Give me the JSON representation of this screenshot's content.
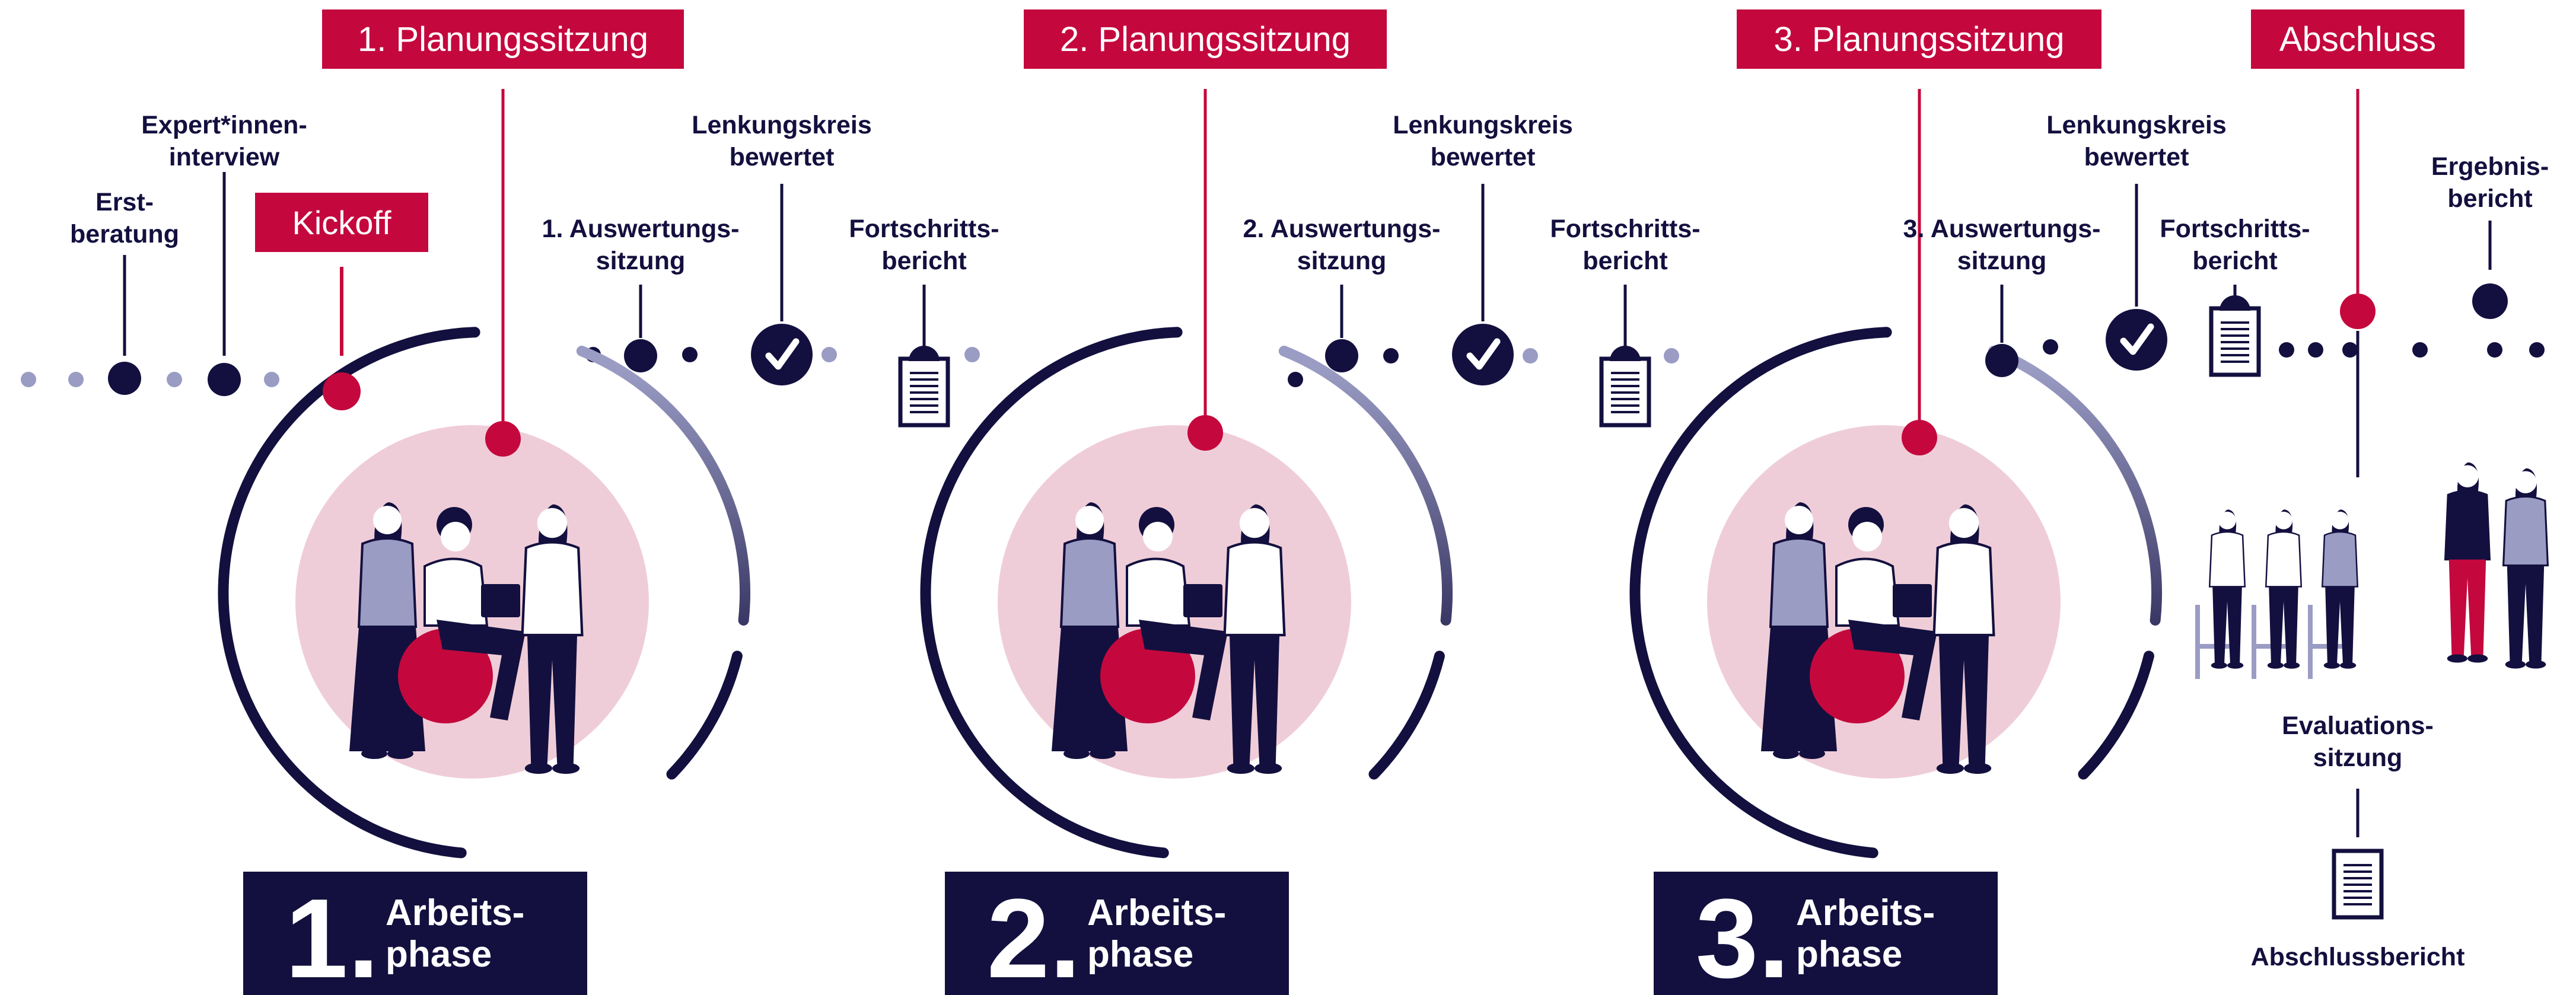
{
  "colors": {
    "navy": "#13103f",
    "crimson": "#c4083d",
    "lavender": "#9a9cc4",
    "pink": "#efcdd8",
    "white": "#ffffff"
  },
  "planning_tags": [
    "1. Planungssitzung",
    "2. Planungssitzung",
    "3. Planungssitzung",
    "Abschluss"
  ],
  "kickoff": "Kickoff",
  "start_labels": {
    "erst": [
      "Erst-",
      "beratung"
    ],
    "expert": [
      "Expert*innen-",
      "interview"
    ]
  },
  "cycle_labels": {
    "auswertung": [
      [
        "1. Auswertungs-",
        "sitzung"
      ],
      [
        "2. Auswertungs-",
        "sitzung"
      ],
      [
        "3. Auswertungs-",
        "sitzung"
      ]
    ],
    "lenkungskreis": [
      "Lenkungskreis",
      "bewertet"
    ],
    "fortschritt": [
      "Fortschritts-",
      "bericht"
    ]
  },
  "end_labels": {
    "ergebnis": [
      "Ergebnis-",
      "bericht"
    ],
    "evaluation": [
      "Evaluations-",
      "sitzung"
    ],
    "abschlussbericht": "Abschlussbericht"
  },
  "phases": [
    {
      "number": "1.",
      "word": [
        "Arbeits-",
        "phase"
      ]
    },
    {
      "number": "2.",
      "word": [
        "Arbeits-",
        "phase"
      ]
    },
    {
      "number": "3.",
      "word": [
        "Arbeits-",
        "phase"
      ]
    }
  ],
  "icons": [
    "check-icon",
    "document-icon",
    "person-icon",
    "exercise-ball-icon",
    "laptop-icon",
    "chair-icon"
  ]
}
